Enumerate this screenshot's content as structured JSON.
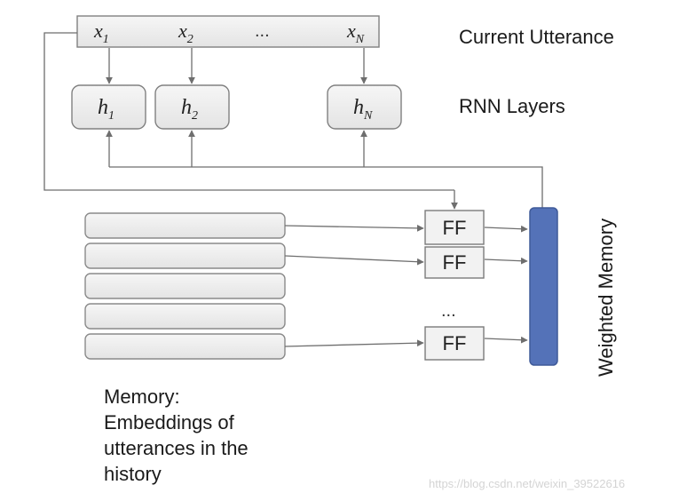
{
  "inputs": [
    {
      "base": "x",
      "sub": "1"
    },
    {
      "base": "x",
      "sub": "2"
    },
    {
      "base": "x",
      "sub": "N"
    }
  ],
  "input_ellipsis": "...",
  "hidden": [
    {
      "base": "h",
      "sub": "1"
    },
    {
      "base": "h",
      "sub": "2"
    },
    {
      "base": "h",
      "sub": "N"
    }
  ],
  "labels": {
    "current_utterance": "Current Utterance",
    "rnn_layers": "RNN Layers",
    "weighted_memory": "Weighted Memory"
  },
  "ff_label": "FF",
  "ff_ellipsis": "...",
  "memory_caption": [
    "Memory:",
    "Embeddings of",
    "utterances in the",
    "history"
  ],
  "watermark": "https://blog.csdn.net/weixin_39522616",
  "colors": {
    "weighted_memory_bar": "#5472b8",
    "weighted_memory_border": "#3f5a99",
    "box_fill": "#eeeeee",
    "line": "#6e6e6e"
  }
}
